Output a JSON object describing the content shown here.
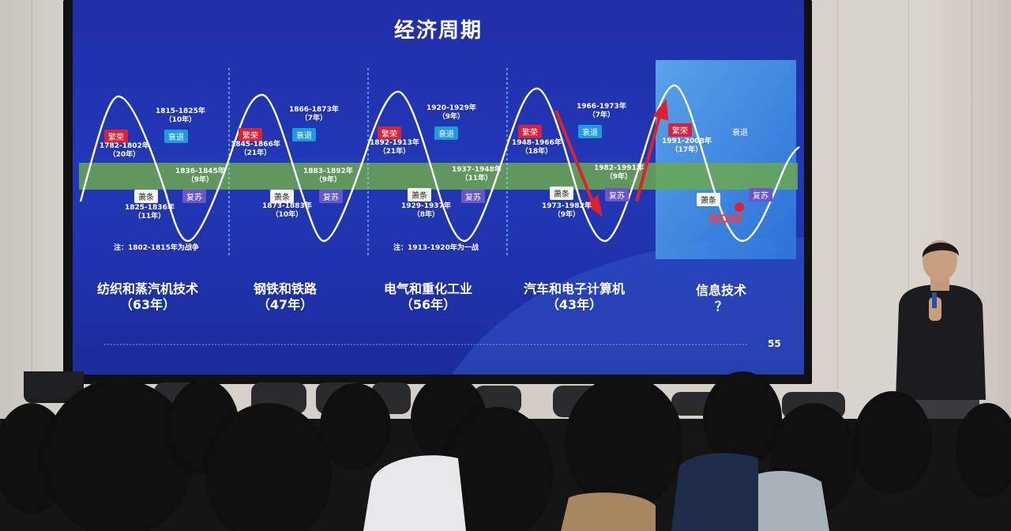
{
  "slide": {
    "title": "经济周期",
    "page_number": "55",
    "now_label": "NOW",
    "phase_labels": {
      "boom": "繁荣",
      "recession": "衰退",
      "depression": "萧条",
      "recovery": "复苏"
    },
    "eras": [
      {
        "name": "纺织和蒸汽机技术",
        "duration": "（63年）",
        "boom": "1782-1802年\n（20年）",
        "recession": "1815-1825年\n（10年）",
        "depression": "1825-1836年\n（11年）",
        "recovery": "1836-1845年\n（9年）",
        "note": "注：1802-1815年为战争"
      },
      {
        "name": "钢铁和铁路",
        "duration": "（47年）",
        "boom": "1845-1866年\n（21年）",
        "recession": "1866-1873年\n（7年）",
        "depression": "1873-1883年\n（10年）",
        "recovery": "1883-1892年\n（9年）"
      },
      {
        "name": "电气和重化工业",
        "duration": "（56年）",
        "boom": "1892-1913年\n（21年）",
        "recession": "1920-1929年\n（9年）",
        "depression": "1929-1937年\n（8年）",
        "recovery": "1937-1948年\n（11年）",
        "note": "注：1913-1920年为一战"
      },
      {
        "name": "汽车和电子计算机",
        "duration": "（43年）",
        "boom": "1948-1966年\n（18年）",
        "recession": "1966-1973年\n（7年）",
        "depression": "1973-1982年\n（9年）",
        "recovery": "1982-1991年\n（9年）"
      },
      {
        "name": "信息技术",
        "duration": "？",
        "boom": "1991-2008年\n（17年）"
      }
    ]
  },
  "colors": {
    "slide_bg": "#2238b8",
    "band": "#6aa84f",
    "boom_tag": "#d8223a",
    "recession_tag": "#1e9be0",
    "recovery_tag": "#6a55c9",
    "arrow": "#e0202a"
  }
}
